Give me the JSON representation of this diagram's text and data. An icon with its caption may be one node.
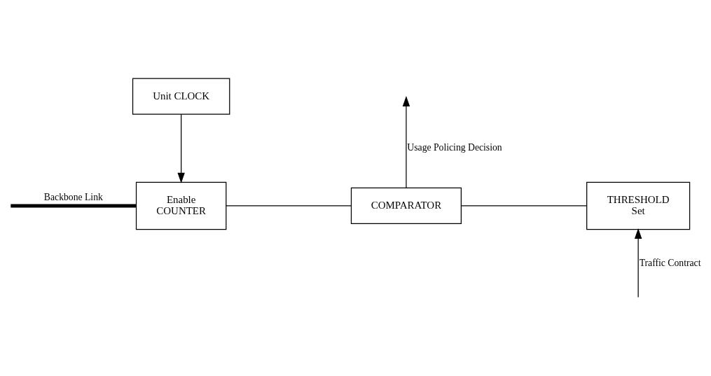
{
  "diagram": {
    "nodes": [
      {
        "text": [
          "Unit CLOCK"
        ]
      },
      {
        "text": [
          "Enable",
          "COUNTER"
        ]
      },
      {
        "text": [
          "COMPARATOR"
        ]
      },
      {
        "text": [
          "THRESHOLD",
          "Set"
        ]
      }
    ],
    "edges": [
      {
        "from": 0,
        "to": 1,
        "arrow": "to"
      },
      {
        "from": null,
        "to": 1,
        "arrow": "none",
        "label": "Backbone Link",
        "style": "thick"
      },
      {
        "from": 1,
        "to": 2,
        "arrow": "none"
      },
      {
        "from": 2,
        "to": null,
        "arrow": "to",
        "label": "Usage Policing Decision"
      },
      {
        "from": 2,
        "to": 3,
        "arrow": "none"
      },
      {
        "from": null,
        "to": 3,
        "arrow": "to",
        "label": "Traffic Contract"
      }
    ]
  }
}
